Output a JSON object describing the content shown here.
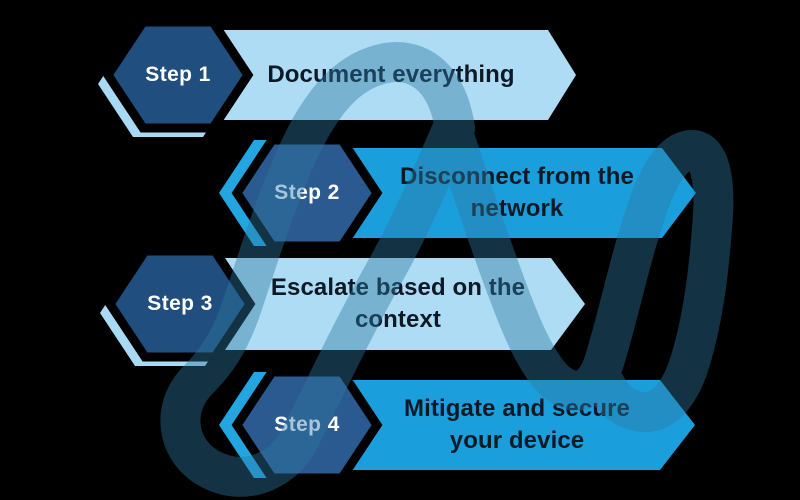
{
  "canvas": {
    "background": "#000000"
  },
  "watermark": {
    "label": "letter-A logo watermark",
    "color": "rgba(45,120,160,0.42)"
  },
  "steps": [
    {
      "label": "Step 1",
      "title": "Document everything",
      "banner_color": "#aedcf4",
      "hexagon_color": "#1f4e7f",
      "shadow_hexagon_color": "#a8daf3",
      "title_color": "#0d1a26",
      "label_color": "#ffffff"
    },
    {
      "label": "Step 2",
      "title": "Disconnect from the network",
      "banner_color": "#1b9fdc",
      "hexagon_color": "#2a5a90",
      "shadow_hexagon_color": "#22a5e0",
      "title_color": "#0d1a26",
      "label_color": "#ffffff"
    },
    {
      "label": "Step 3",
      "title": "Escalate based on the context",
      "banner_color": "#aedcf4",
      "hexagon_color": "#1f4e7f",
      "shadow_hexagon_color": "#a8daf3",
      "title_color": "#0d1a26",
      "label_color": "#ffffff"
    },
    {
      "label": "Step 4",
      "title": "Mitigate and secure your device",
      "banner_color": "#1b9fdc",
      "hexagon_color": "#2a5a90",
      "shadow_hexagon_color": "#22a5e0",
      "title_color": "#0d1a26",
      "label_color": "#ffffff"
    }
  ]
}
